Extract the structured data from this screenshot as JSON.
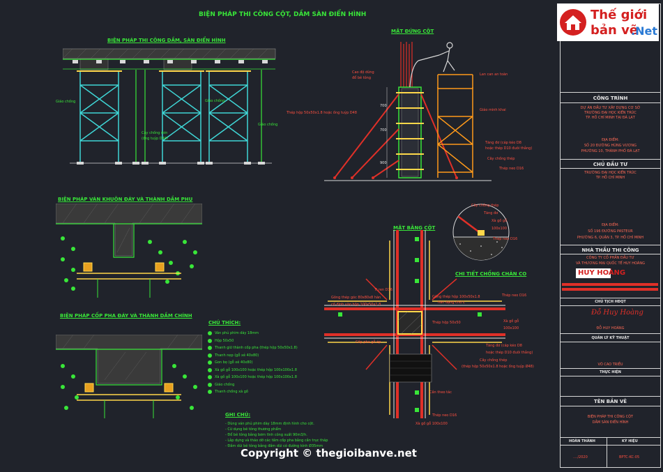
{
  "main_title": "BIỆN PHÁP THI CÔNG CỘT, DẦM SÀN ĐIỂN HÌNH",
  "section_titles": {
    "slab": "BIỆN PHÁP THI CÔNG DẦM, SÀN ĐIỂN HÌNH",
    "elevation": "MẶT ĐỨNG CỘT",
    "sub_beam": "BIỆN PHÁP VÁN KHUÔN ĐÁY VÀ THÀNH DẦM PHỤ",
    "main_beam": "BIỆN PHÁP CỐP PHA ĐÁY VÀ THÀNH DẦM CHÍNH",
    "plan": "MẶT BẰNG CỘT",
    "detail": "CHI TIẾT CHỐNG CHÂN CO"
  },
  "slab_labels": [
    "Giáo chống",
    "Giáo chống",
    "Giáo chống",
    "Cây chống đơn",
    "(ống tuýp D48)"
  ],
  "elevation_labels": [
    "Cao độ dừng",
    "đổ bê tông",
    "Lan can an toàn",
    "Giáo minh khai",
    "Thép hộp 50x50x1.8 hoặc ống tuýp D48",
    "Tăng đơ (cáp kéo D8",
    "hoặc thép D10 đuôi thẳng)",
    "Cây chống thép",
    "Thép neo D16"
  ],
  "elevation_dims": [
    "700",
    "700",
    "900"
  ],
  "detail_labels": [
    "Cây chống thép",
    "Tăng đơ",
    "Xà gồ gỗ",
    "100x100",
    "Thép neo D16"
  ],
  "plan_labels": [
    "Ti ren D16",
    "Gông thép hộp 100x50x1.8",
    "hàn dạng chữ L",
    "Thép neo D16",
    "Gông thép góc 80x80x8 hàn",
    "cố định vào hộp 100x50x1.8",
    "Thép hộp 50x50",
    "Xà gồ gỗ",
    "100x100",
    "Cốp pha gỗ ép",
    "Tăng đơ (cáp kéo D8",
    "hoặc thép D10 đuôi thẳng)",
    "Cây chống thép",
    "(thép hộp 50x50x1.8 hoặc ống tuýp Ø48)",
    "Cần theo tác",
    "Thép neo D16",
    "Xà gồ gỗ 100x100"
  ],
  "legend": {
    "title": "CHÚ THÍCH:",
    "items": [
      "Ván phủ phim dày 18mm",
      "Hộp 50x50",
      "Thanh giữ thành cốp pha (thép hộp 50x50x1.8)",
      "Thanh nẹp (gỗ xẻ 40x80)",
      "Gon bọ (gỗ xẻ 40x80)",
      "Xà gồ gỗ 100x100 hoặc thép hộp 100x100x1.8",
      "Xà gồ gỗ 100x100 hoặc thép hộp 100x100x1.8",
      "Giáo chống",
      "Thanh chống xà gồ"
    ]
  },
  "notes": {
    "title": "GHI CHÚ:",
    "items": [
      "- Dùng ván phủ phim dày 18mm định hình cho cột.",
      "- Cừ dụng bê tông thương phẩm",
      "- Đổ bê tông bằng bơm tĩnh công suất 90m3/h.",
      "- Lắp dựng và tháo dỡ các tấm cốp pha bằng cần trục tháp",
      "- Đầm dùi bê tông bằng đầm dùi có đường kính Ø35mm"
    ]
  },
  "watermark": "Copyright © thegioibanve.net",
  "logo": {
    "line1": "Thế giới",
    "line2": "bản vẽ",
    "suffix": ".Net"
  },
  "panel": {
    "cong_trinh": "CÔNG TRÌNH",
    "project": [
      "DỰ ÁN ĐẦU TƯ XÂY DỰNG CƠ SỞ",
      "TRƯỜNG ĐẠI HỌC KIẾN TRÚC",
      "TP. HỒ CHÍ MINH TẠI ĐÀ LẠT"
    ],
    "dia_diem_label": "ĐỊA ĐIỂM:",
    "site": [
      "SỐ 20 ĐƯỜNG HÙNG VƯƠNG",
      "PHƯỜNG 10, THÀNH PHỐ ĐÀ LẠT"
    ],
    "chu_dau_tu": "CHỦ ĐẦU TƯ",
    "owner": [
      "TRƯỜNG ĐẠI HỌC KIẾN TRÚC",
      "TP. HỒ CHÍ MINH"
    ],
    "dia_diem_label2": "ĐỊA ĐIỂM:",
    "owner_site": [
      "SỐ 196 ĐƯỜNG PASTEUR",
      "PHƯỜNG 6, QUẬN 3, TP. HỒ CHÍ MINH"
    ],
    "nha_thau": "NHÀ THẦU THI CÔNG",
    "contractor": [
      "CÔNG TY CỔ PHẦN ĐẦU TƯ",
      "VÀ THƯƠNG MẠI QUỐC TẾ HUY HOÀNG"
    ],
    "company_logo": "HUY HOÀNG",
    "chu_tich": "CHỦ TỊCH HĐQT",
    "signature": "Đỗ Huy Hoàng",
    "chairman": "ĐỖ HUY HOÀNG",
    "quan_ly": "QUẢN LÝ KỸ THUẬT",
    "manager": "VÕ CAO TRIỀU",
    "thuc_hien": "THỰC HIỆN",
    "ten_ban_ve": "TÊN BẢN VẼ",
    "drawing_name": [
      "BIỆN PHÁP THI CÔNG CỘT",
      "DẦM SÀN ĐIỂN HÌNH"
    ],
    "hoan_thanh": "HOÀN THÀNH",
    "ky_hieu": "KÝ HIỆU",
    "date": "..../2020",
    "code": "BPTC-KC-05"
  },
  "colors": {
    "background": "#20232b",
    "green": "#39e639",
    "red": "#e03028",
    "orange": "#ff9a1a",
    "frame": "#d8d8d8",
    "cyan": "#3fd6d6"
  },
  "icons": [
    "worker-icon",
    "house-logo-icon",
    "signature-icon"
  ]
}
